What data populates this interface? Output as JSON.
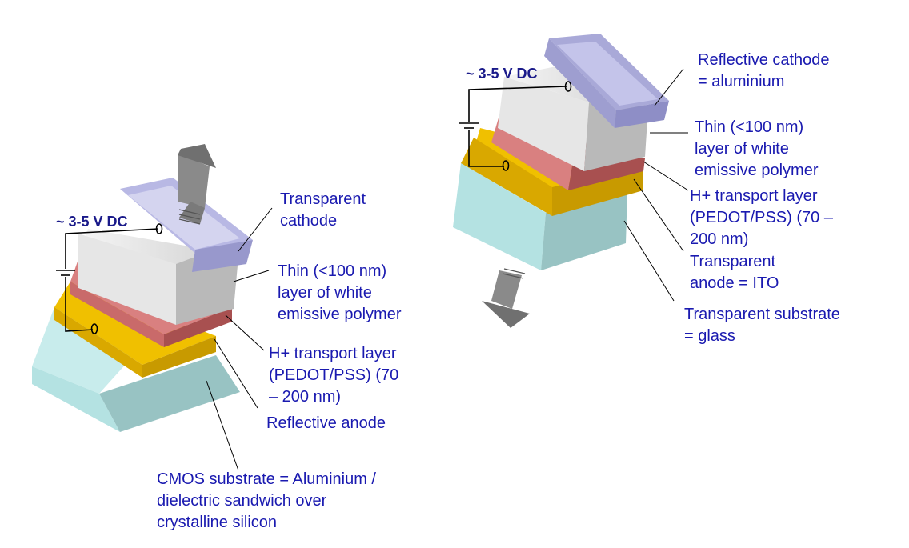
{
  "left_device": {
    "voltage": "~ 3-5 V DC",
    "labels": {
      "cathode": [
        "Transparent",
        "cathode"
      ],
      "polymer": [
        "Thin (<100 nm)",
        "layer of white",
        "emissive polymer"
      ],
      "transport": [
        "H+ transport layer",
        "(PEDOT/PSS) (70",
        "– 200 nm)"
      ],
      "anode": [
        "Reflective anode"
      ],
      "substrate": [
        "CMOS substrate = Aluminium /",
        "dielectric sandwich over",
        "crystalline silicon"
      ]
    }
  },
  "right_device": {
    "voltage": "~ 3-5 V DC",
    "labels": {
      "cathode": [
        "Reflective cathode",
        "= aluminium"
      ],
      "polymer": [
        "Thin (<100 nm)",
        "layer of white",
        "emissive polymer"
      ],
      "transport": [
        "H+ transport layer",
        "(PEDOT/PSS) (70 –",
        "200 nm)"
      ],
      "anode": [
        "Transparent",
        "anode = ITO"
      ],
      "substrate": [
        "Transparent substrate",
        "= glass"
      ]
    }
  },
  "colors": {
    "label_text": "#1a1ab0",
    "voltage_text": "#1a1a8a",
    "cathode": "#a9a9d8",
    "polymer": "#d9d9d9",
    "transport": "#c96a6a",
    "anode": "#e0b000",
    "substrate": "#a8d8d8",
    "arrow": "#7f7f7f"
  }
}
